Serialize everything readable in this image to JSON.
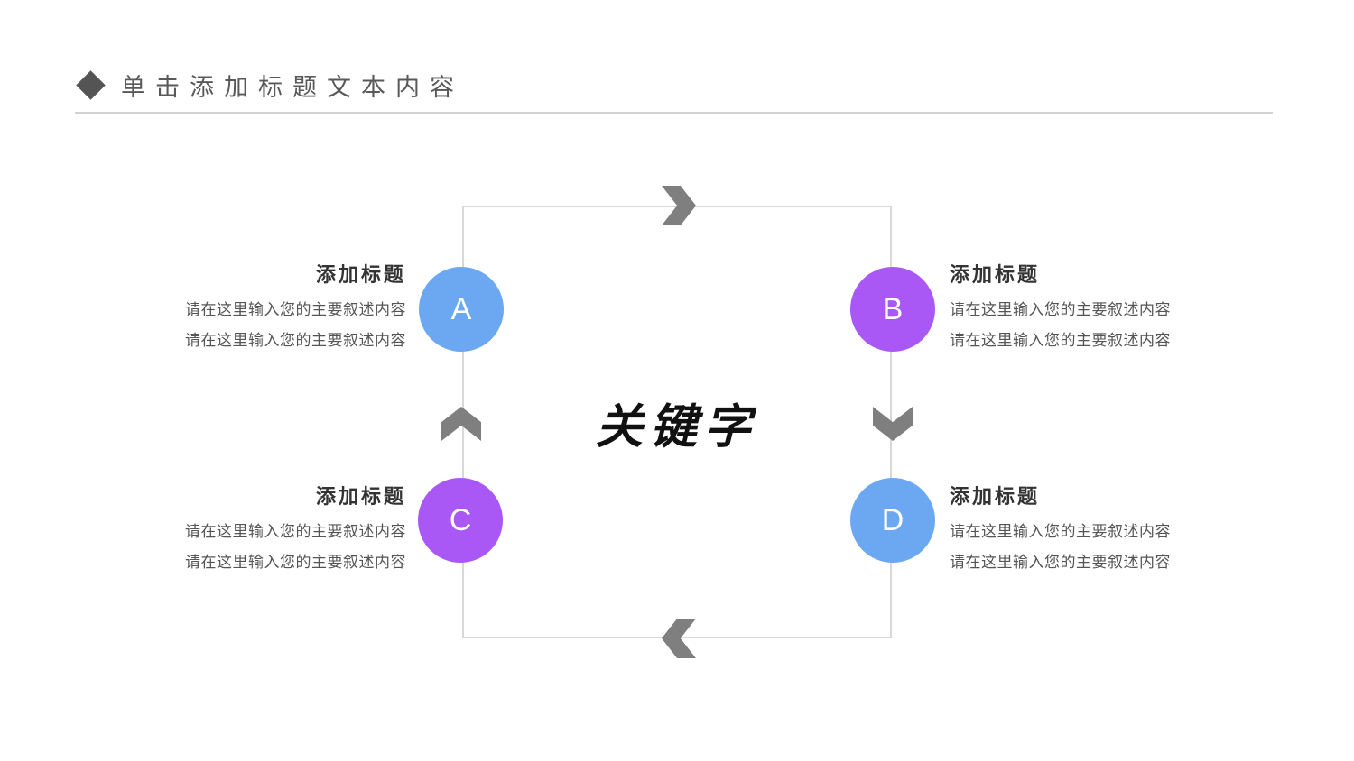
{
  "header": {
    "icon": "diamond",
    "title": "单击添加标题文本内容"
  },
  "diagram": {
    "keyword": "关键字",
    "arrows": [
      {
        "position": "top",
        "direction": "right"
      },
      {
        "position": "right",
        "direction": "down"
      },
      {
        "position": "bottom",
        "direction": "left"
      },
      {
        "position": "left",
        "direction": "up"
      }
    ],
    "items": [
      {
        "letter": "A",
        "circle_color": "#6CA8F2",
        "title": "添加标题",
        "body1": "请在这里输入您的主要叙述内容",
        "body2": "请在这里输入您的主要叙述内容"
      },
      {
        "letter": "B",
        "circle_color": "#A958F5",
        "title": "添加标题",
        "body1": "请在这里输入您的主要叙述内容",
        "body2": "请在这里输入您的主要叙述内容"
      },
      {
        "letter": "C",
        "circle_color": "#A958F5",
        "title": "添加标题",
        "body1": "请在这里输入您的主要叙述内容",
        "body2": "请在这里输入您的主要叙述内容"
      },
      {
        "letter": "D",
        "circle_color": "#6CA8F2",
        "title": "添加标题",
        "body1": "请在这里输入您的主要叙述内容",
        "body2": "请在这里输入您的主要叙述内容"
      }
    ]
  },
  "colors": {
    "header_icon": "#545454",
    "header_text": "#595959",
    "divider": "#d2d2d2",
    "square_border": "#d8d8d8",
    "arrow": "#7f7f7f",
    "keyword_text": "#111111",
    "item_title": "#333333",
    "item_body": "#555555",
    "circle_letter": "#ffffff",
    "blue": "#6CA8F2",
    "purple": "#A958F5"
  }
}
